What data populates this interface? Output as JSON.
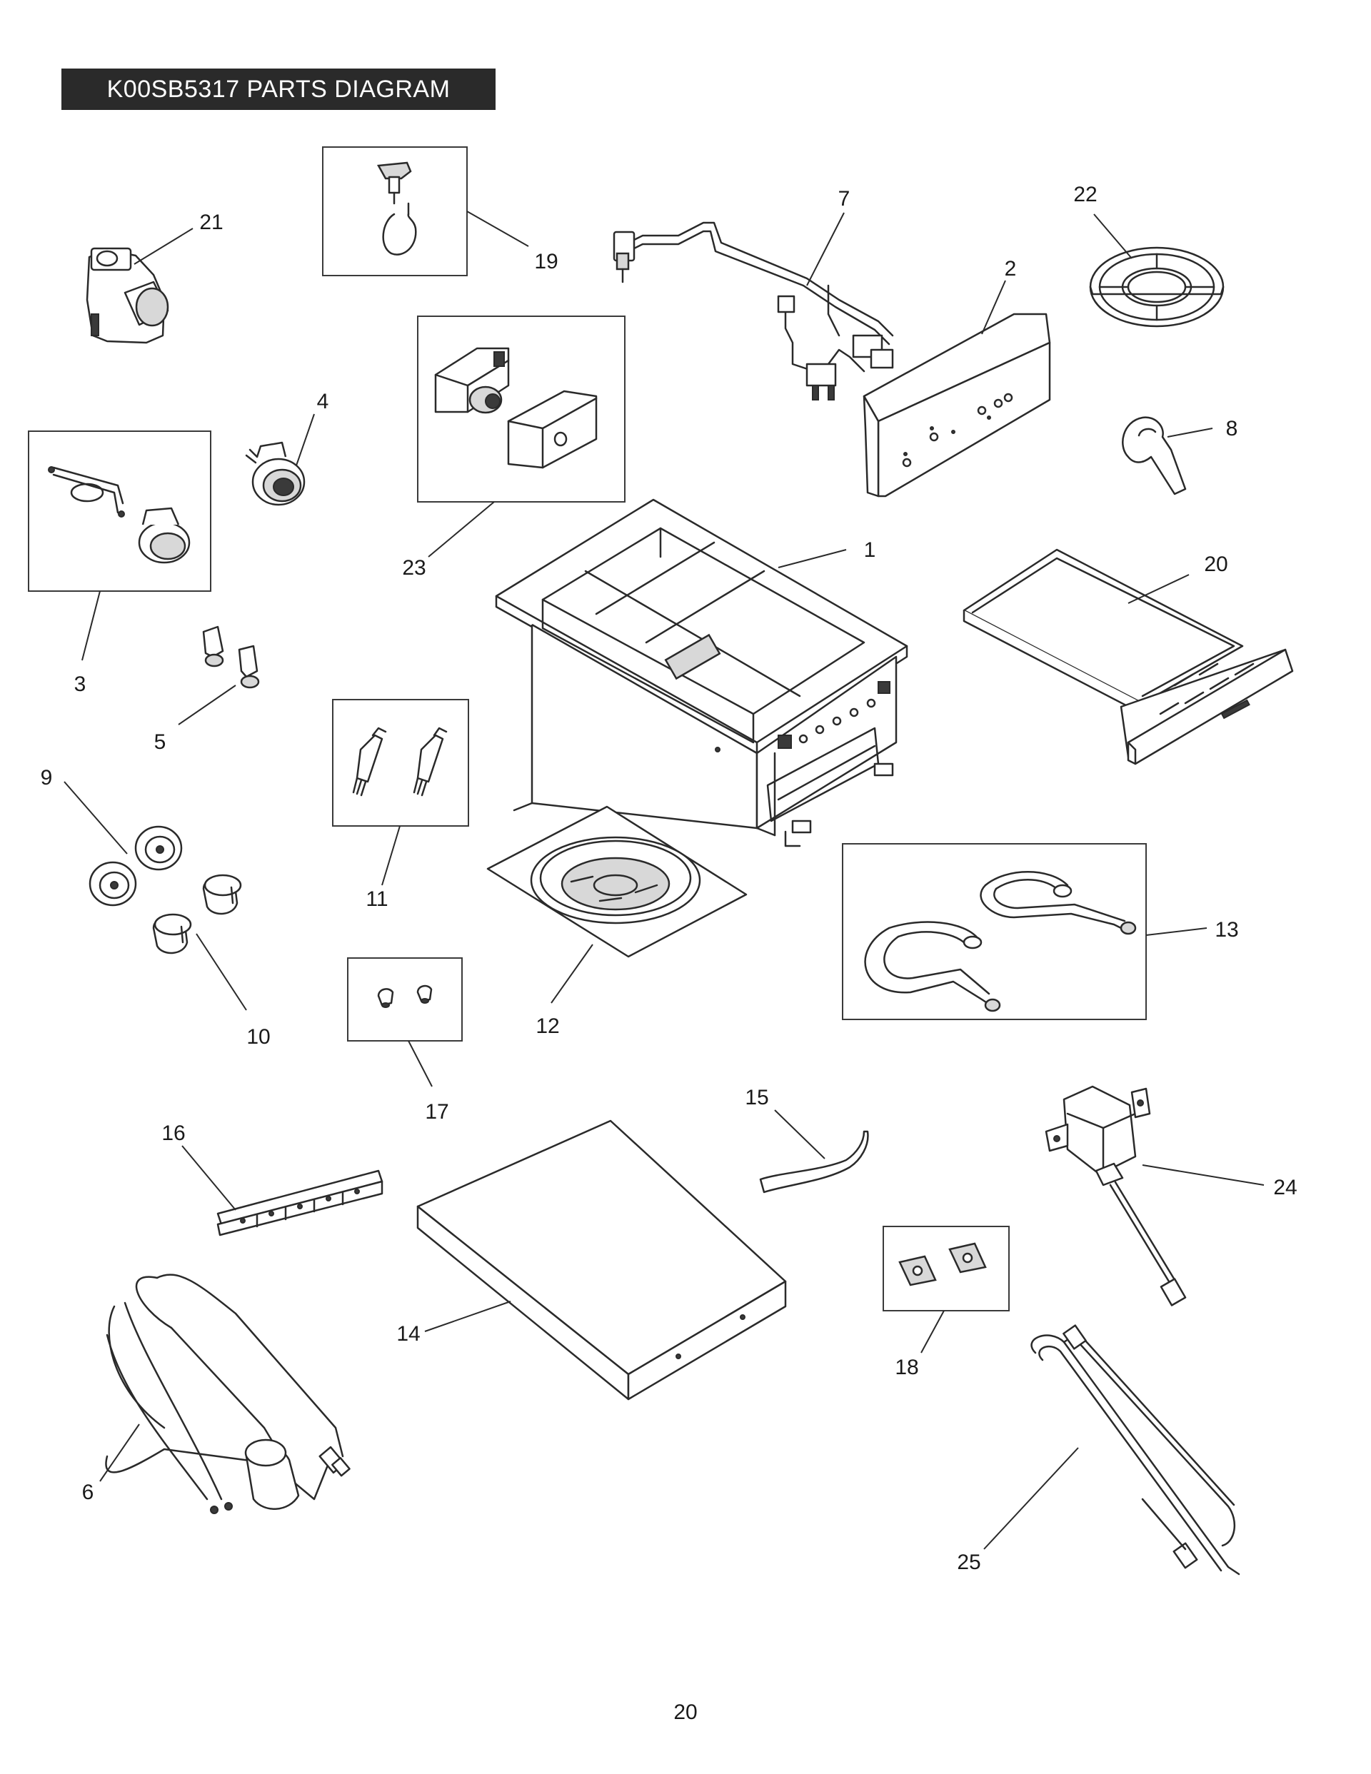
{
  "title": "K00SB5317 PARTS DIAGRAM",
  "page_number": "20",
  "callouts": [
    {
      "id": "1",
      "label": "1"
    },
    {
      "id": "2",
      "label": "2"
    },
    {
      "id": "3",
      "label": "3"
    },
    {
      "id": "4",
      "label": "4"
    },
    {
      "id": "5",
      "label": "5"
    },
    {
      "id": "6",
      "label": "6"
    },
    {
      "id": "7",
      "label": "7"
    },
    {
      "id": "8",
      "label": "8"
    },
    {
      "id": "9",
      "label": "9"
    },
    {
      "id": "10",
      "label": "10"
    },
    {
      "id": "11",
      "label": "11"
    },
    {
      "id": "12",
      "label": "12"
    },
    {
      "id": "13",
      "label": "13"
    },
    {
      "id": "14",
      "label": "14"
    },
    {
      "id": "15",
      "label": "15"
    },
    {
      "id": "16",
      "label": "16"
    },
    {
      "id": "17",
      "label": "17"
    },
    {
      "id": "18",
      "label": "18"
    },
    {
      "id": "19",
      "label": "19"
    },
    {
      "id": "20",
      "label": "20"
    },
    {
      "id": "21",
      "label": "21"
    },
    {
      "id": "22",
      "label": "22"
    },
    {
      "id": "23",
      "label": "23"
    },
    {
      "id": "24",
      "label": "24"
    },
    {
      "id": "25",
      "label": "25"
    }
  ]
}
